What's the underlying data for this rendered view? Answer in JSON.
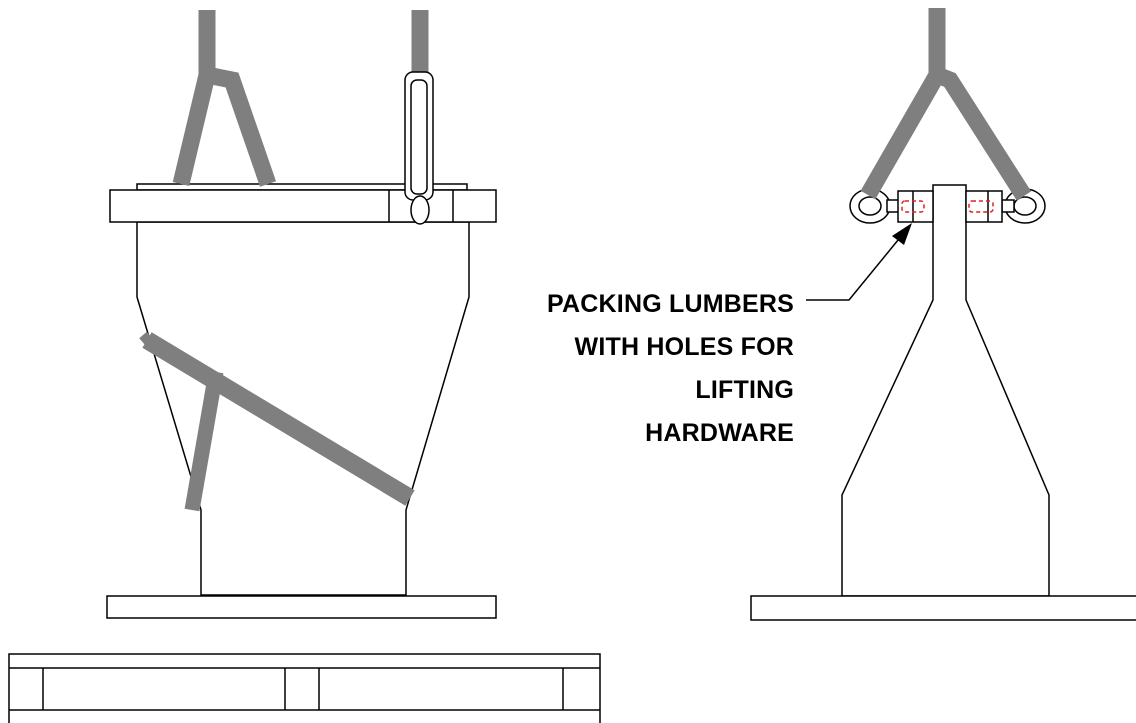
{
  "callout": {
    "lines": [
      "PACKING LUMBERS",
      "WITH HOLES FOR",
      "LIFTING",
      "HARDWARE"
    ]
  },
  "colors": {
    "sling": "#7f7f7f",
    "outline": "#000000",
    "pin_highlight": "#e02020",
    "background": "#ffffff"
  }
}
